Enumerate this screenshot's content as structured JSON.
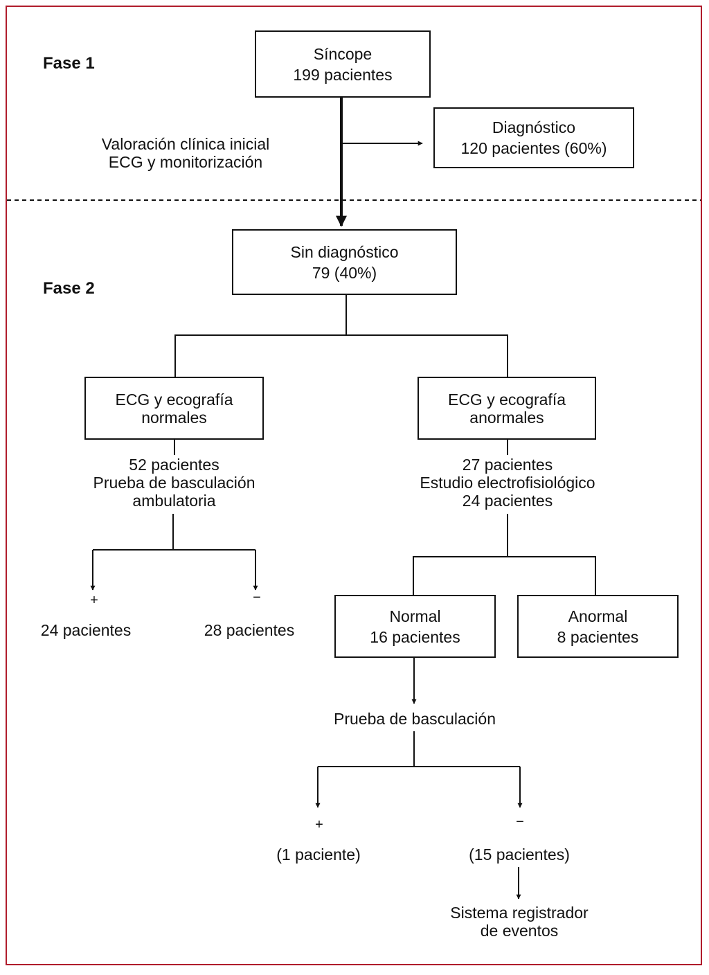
{
  "phases": {
    "phase1": "Fase 1",
    "phase2": "Fase 2"
  },
  "nodes": {
    "syncope": {
      "line1": "Síncope",
      "line2": "199 pacientes"
    },
    "diagnosis": {
      "line1": "Diagnóstico",
      "line2": "120 pacientes (60%)"
    },
    "initial_eval": {
      "line1": "Valoración clínica inicial",
      "line2": "ECG y monitorización"
    },
    "no_diagnosis": {
      "line1": "Sin diagnóstico",
      "line2": "79 (40%)"
    },
    "normal_ecg": {
      "line1": "ECG y ecografía",
      "line2": "normales"
    },
    "abnormal_ecg": {
      "line1": "ECG y ecografía",
      "line2": "anormales"
    },
    "left_branch": {
      "line1": "52 pacientes",
      "line2": "Prueba de basculación",
      "line3": "ambulatoria"
    },
    "right_branch": {
      "line1": "27 pacientes",
      "line2": "Estudio electrofisiológico",
      "line3": "24 pacientes"
    },
    "left_positive": {
      "sign": "+",
      "count": "24 pacientes"
    },
    "left_negative": {
      "sign": "−",
      "count": "28 pacientes"
    },
    "eps_normal": {
      "line1": "Normal",
      "line2": "16 pacientes"
    },
    "eps_abnormal": {
      "line1": "Anormal",
      "line2": "8 pacientes"
    },
    "tilt_test": {
      "label": "Prueba de basculación"
    },
    "tilt_positive": {
      "sign": "+",
      "count": "(1 paciente)"
    },
    "tilt_negative": {
      "sign": "−",
      "count": "(15 pacientes)"
    },
    "event_recorder": {
      "line1": "Sistema registrador",
      "line2": "de eventos"
    }
  },
  "colors": {
    "frame": "#b01c2c",
    "ink": "#111111"
  }
}
